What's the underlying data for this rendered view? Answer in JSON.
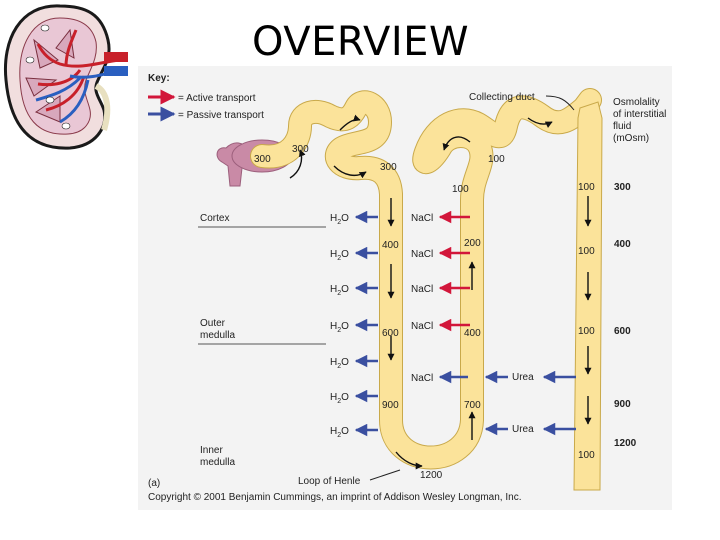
{
  "slide": {
    "title": "OVERVIEW"
  },
  "key": {
    "heading": "Key:",
    "active": "= Active transport",
    "passive": "= Passive transport"
  },
  "colors": {
    "active": "#d2163a",
    "passive": "#3a4fa0",
    "tubule": "#fbe39a",
    "tubule_edge": "#c9a94a",
    "capsule": "#c98aa6",
    "panel": "#f3f3f3"
  },
  "zones": {
    "cortex": "Cortex",
    "outer": "Outer medulla",
    "inner": "Inner medulla"
  },
  "labels": {
    "collecting_duct": "Collecting duct",
    "osmolality": "Osmolality of interstitial fluid (mOsm)",
    "loop": "Loop of Henle",
    "panel": "(a)",
    "copyright": "Copyright © 2001 Benjamin Cummings, an imprint of Addison Wesley Longman, Inc."
  },
  "interstitial_values": [
    "300",
    "400",
    "600",
    "900",
    "1200"
  ],
  "tubule_values": {
    "bowman": "300",
    "pct": "300",
    "desc_top": "300",
    "desc_400": "400",
    "desc_600": "600",
    "desc_900": "900",
    "bottom": "1200",
    "asc_700": "700",
    "asc_400": "400",
    "asc_200": "200",
    "asc_top": "100",
    "dct": "100",
    "cd_1": "100",
    "cd_2": "100",
    "cd_3": "100",
    "cd_4": "100"
  },
  "transport": {
    "water": [
      "H2O",
      "H2O",
      "H2O",
      "H2O",
      "H2O",
      "H2O",
      "H2O"
    ],
    "salt": [
      "NaCl",
      "NaCl",
      "NaCl",
      "NaCl",
      "NaCl"
    ],
    "urea": [
      "Urea",
      "Urea"
    ]
  },
  "water_parts": {
    "main": "H",
    "sub": "2",
    "end": "O"
  }
}
